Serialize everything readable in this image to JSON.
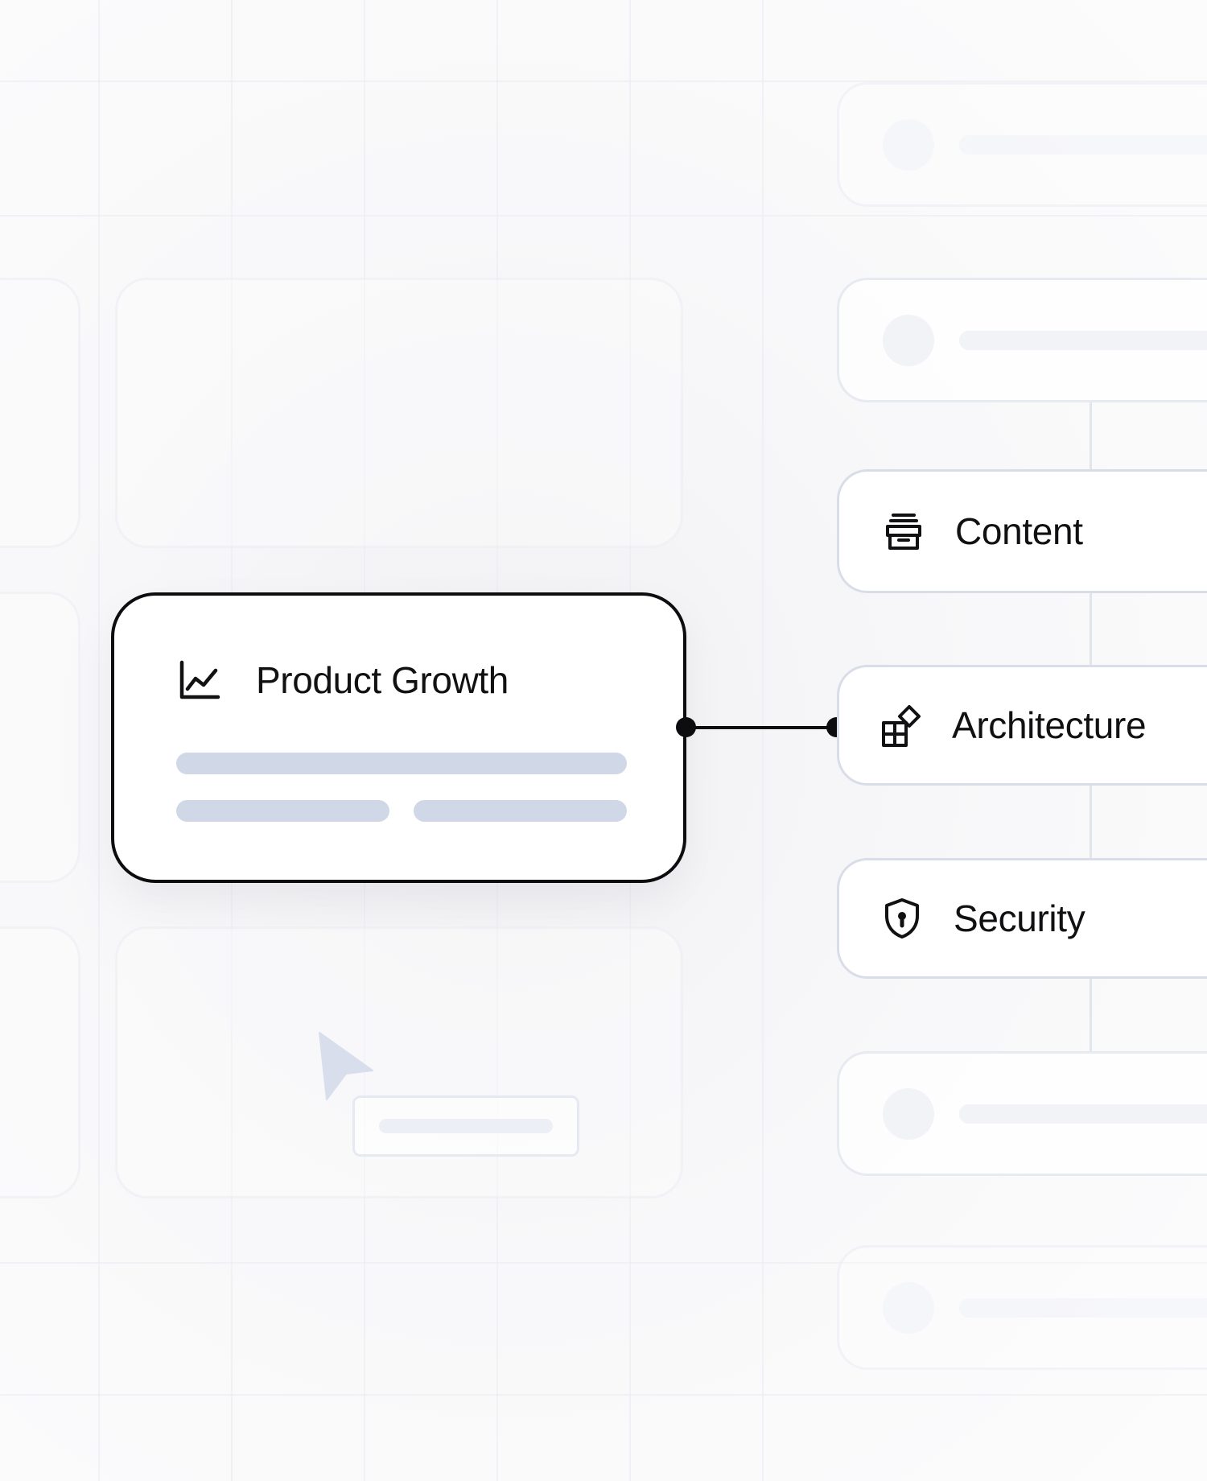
{
  "main_card": {
    "title": "Product Growth",
    "icon": "line-chart-icon"
  },
  "right_cards": [
    {
      "label": "Content",
      "icon": "archive-icon"
    },
    {
      "label": "Architecture",
      "icon": "blocks-diamond-icon"
    },
    {
      "label": "Security",
      "icon": "shield-lock-icon"
    }
  ],
  "decorative": {
    "pointer_icon": "cursor-arrow-icon"
  },
  "colors": {
    "canvas_background": "#f8f8fa",
    "active_border": "#0d0d10",
    "placeholder_fill": "#d0d7e6",
    "card_border": "#d8dde8",
    "faint_border": "#e7eaf1",
    "text": "#111113"
  }
}
